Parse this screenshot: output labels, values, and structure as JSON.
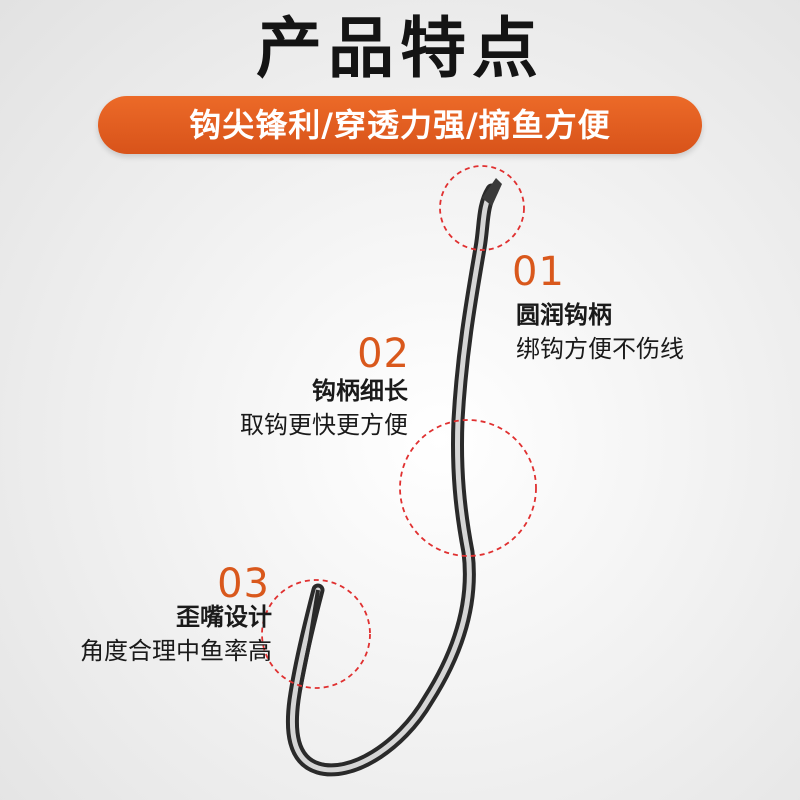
{
  "header": {
    "title": "产品特点",
    "banner": "钩尖锋利/穿透力强/摘鱼方便"
  },
  "features": [
    {
      "number": "01",
      "heading": "圆润钩柄",
      "description": "绑钩方便不伤线"
    },
    {
      "number": "02",
      "heading": "钩柄细长",
      "description": "取钩更快更方便"
    },
    {
      "number": "03",
      "heading": "歪嘴设计",
      "description": "角度合理中鱼率高"
    }
  ],
  "colors": {
    "accent": "#d9581c",
    "circle": "#e03030",
    "text": "#1a1a1a"
  }
}
